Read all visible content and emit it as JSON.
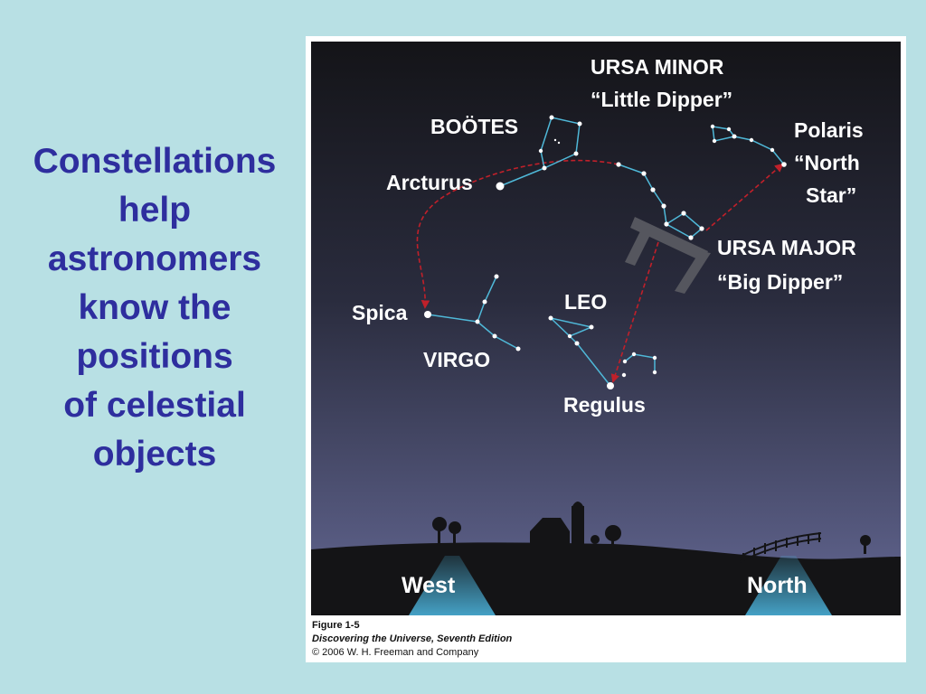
{
  "slide": {
    "title_lines": [
      "Constellations",
      "help",
      "astronomers",
      "know the",
      "positions",
      "of celestial",
      "objects"
    ]
  },
  "figure": {
    "labels": {
      "ursa_minor": "URSA MINOR",
      "little_dipper": "“Little Dipper”",
      "bootes": "BOÖTES",
      "arcturus": "Arcturus",
      "polaris": "Polaris",
      "north_star_1": "“North",
      "north_star_2": "Star”",
      "ursa_major": "URSA MAJOR",
      "big_dipper": "“Big Dipper”",
      "leo": "LEO",
      "spica": "Spica",
      "virgo": "VIRGO",
      "regulus": "Regulus",
      "west": "West",
      "north": "North"
    },
    "caption": {
      "number": "Figure 1-5",
      "book": "Discovering the Universe, Seventh Edition",
      "copyright": "© 2006 W. H. Freeman and Company"
    }
  },
  "colors": {
    "slide_background": "#b8e0e4",
    "title_text": "#2e2e9e",
    "sky_top": "#141418",
    "sky_bottom": "#5e6290",
    "constellation_line": "#4fb8d8",
    "pointer_arrow": "#c0202a",
    "star": "#ffffff",
    "ground": "#141416",
    "light_beam": "#4ab0d8"
  }
}
